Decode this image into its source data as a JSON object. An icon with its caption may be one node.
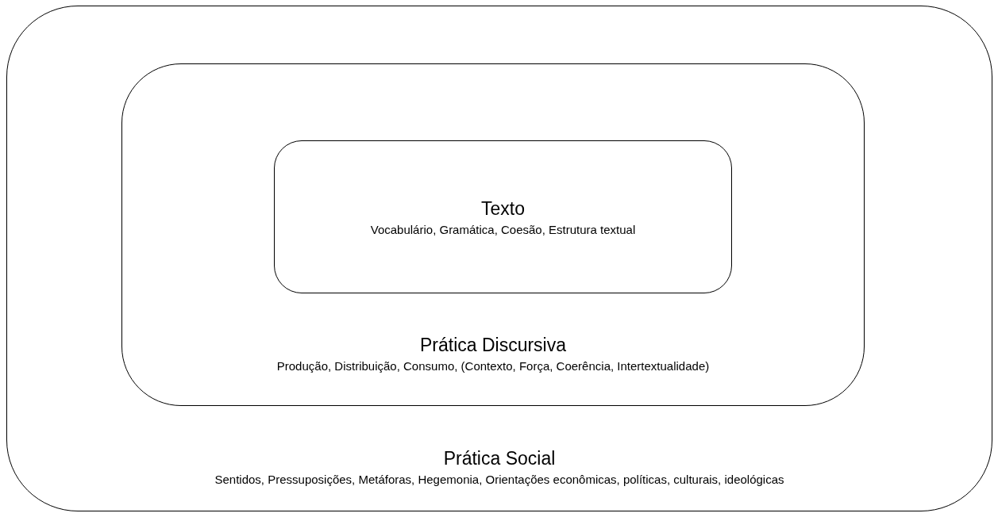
{
  "diagram": {
    "nodes": [
      {
        "text": [
          "Prática Social",
          "Sentidos, Pressuposições, Metáforas, Hegemonia, Orientações econômicas, políticas, culturais, ideológicas"
        ]
      },
      {
        "text": [
          "Prática Discursiva",
          "Produção, Distribuição, Consumo, (Contexto, Força, Coerência, Intertextualidade)"
        ],
        "in": 0
      },
      {
        "text": [
          "Texto",
          "Vocabulário, Gramática, Coesão, Estrutura textual"
        ],
        "in": 1
      }
    ]
  }
}
